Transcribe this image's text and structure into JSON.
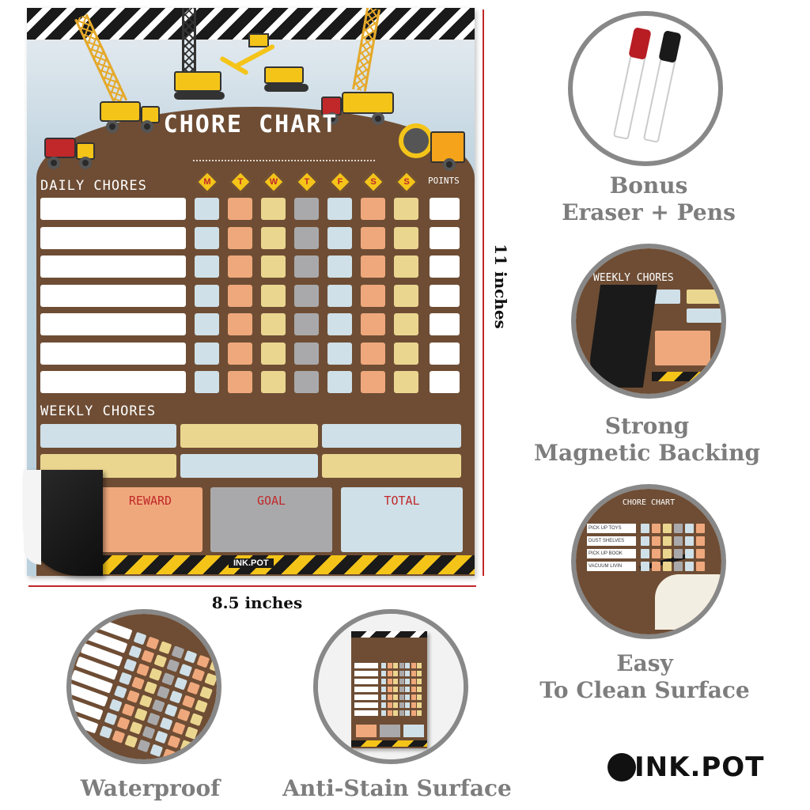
{
  "board": {
    "title": "CHORE CHART",
    "daily_label": "DAILY CHORES",
    "points_label": "POINTS",
    "days": [
      "M",
      "T",
      "W",
      "T",
      "F",
      "S",
      "S"
    ],
    "weekly_label": "WEEKLY CHORES",
    "reward_label": "REWARD",
    "goal_label": "GOAL",
    "total_label": "TOTAL",
    "brand": "INK.POT"
  },
  "dimensions": {
    "height": "11 inches",
    "width": "8.5 inches"
  },
  "features": [
    {
      "line1": "Bonus",
      "line2": "Eraser + Pens",
      "icon": "marker-pens-icon"
    },
    {
      "line1": "Strong",
      "line2": "Magnetic Backing",
      "icon": "magnet-backing-icon",
      "snippet": "WEEKLY CHORES"
    },
    {
      "line1": "Easy",
      "line2": "To Clean Surface",
      "icon": "hand-erasing-icon",
      "snippet_title": "CHORE CHART",
      "snippet_items": [
        "PICK UP TOYS",
        "DUST SHELVES",
        "PICK UP BOOK",
        "VACUUM LIVIN"
      ]
    },
    {
      "line1": "Waterproof",
      "icon": "water-drops-icon"
    },
    {
      "line1": "Anti-Stain Surface",
      "icon": "chart-photo-icon"
    }
  ],
  "logo": "INK.POT",
  "colors": {
    "brown": "#6e4d34",
    "blue": "#cfe0e8",
    "orange": "#efa87c",
    "yellow": "#ebd690",
    "gray": "#a9a9ab",
    "red": "#c0282a",
    "hazard_yellow": "#f4c419",
    "circle_border": "#888888",
    "feature_text": "#7d7d7d"
  }
}
